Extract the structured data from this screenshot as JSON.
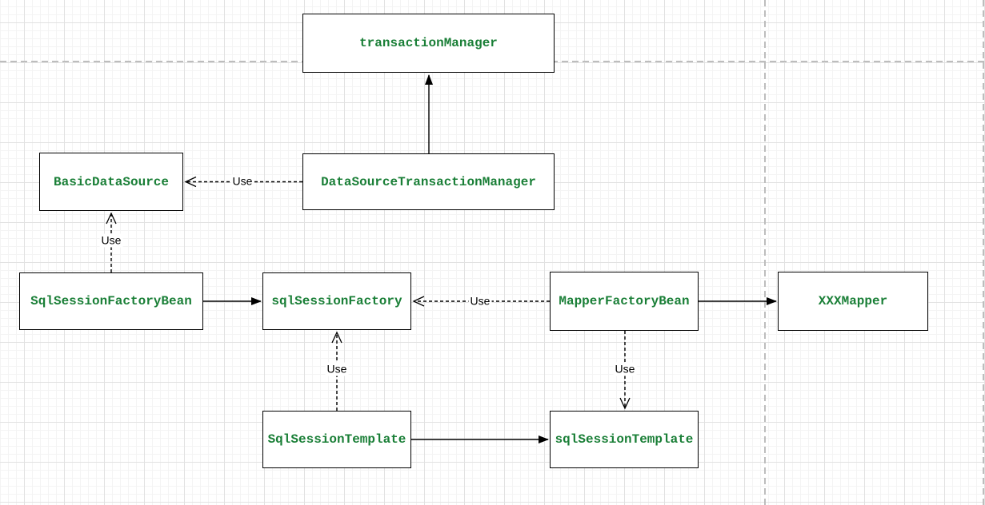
{
  "canvas": {
    "background": "#ffffff",
    "grid_minor_color": "#f4f4f4",
    "grid_major_color": "#e2e2e2",
    "page_boundary_color": "#bdbdbd",
    "node_fill": "#ffffff",
    "node_border_color": "#000000",
    "node_text_color": "#1a7f37",
    "edge_color": "#000000",
    "edge_label_color": "#000000"
  },
  "diagram": {
    "nodes": [
      {
        "id": "transactionManager",
        "label": "transactionManager"
      },
      {
        "id": "BasicDataSource",
        "label": "BasicDataSource"
      },
      {
        "id": "DataSourceTransactionManager",
        "label": "DataSourceTransactionManager"
      },
      {
        "id": "SqlSessionFactoryBean",
        "label": "SqlSessionFactoryBean"
      },
      {
        "id": "sqlSessionFactory",
        "label": "sqlSessionFactory"
      },
      {
        "id": "MapperFactoryBean",
        "label": "MapperFactoryBean"
      },
      {
        "id": "XXXMapper",
        "label": "XXXMapper"
      },
      {
        "id": "SqlSessionTemplate",
        "label": "SqlSessionTemplate"
      },
      {
        "id": "sqlSessionTemplate",
        "label": "sqlSessionTemplate"
      }
    ],
    "edges": [
      {
        "from": "DataSourceTransactionManager",
        "to": "transactionManager",
        "style": "solid",
        "arrow": "filled",
        "label": ""
      },
      {
        "from": "DataSourceTransactionManager",
        "to": "BasicDataSource",
        "style": "dashed",
        "arrow": "open",
        "label": "Use"
      },
      {
        "from": "SqlSessionFactoryBean",
        "to": "BasicDataSource",
        "style": "dashed",
        "arrow": "open",
        "label": "Use"
      },
      {
        "from": "SqlSessionFactoryBean",
        "to": "sqlSessionFactory",
        "style": "solid",
        "arrow": "filled",
        "label": ""
      },
      {
        "from": "MapperFactoryBean",
        "to": "sqlSessionFactory",
        "style": "dashed",
        "arrow": "open",
        "label": "Use"
      },
      {
        "from": "MapperFactoryBean",
        "to": "XXXMapper",
        "style": "solid",
        "arrow": "filled",
        "label": ""
      },
      {
        "from": "SqlSessionTemplate",
        "to": "sqlSessionFactory",
        "style": "dashed",
        "arrow": "open",
        "label": "Use"
      },
      {
        "from": "MapperFactoryBean",
        "to": "sqlSessionTemplate",
        "style": "dashed",
        "arrow": "open",
        "label": "Use"
      },
      {
        "from": "SqlSessionTemplate",
        "to": "sqlSessionTemplate",
        "style": "solid",
        "arrow": "filled",
        "label": ""
      }
    ]
  }
}
